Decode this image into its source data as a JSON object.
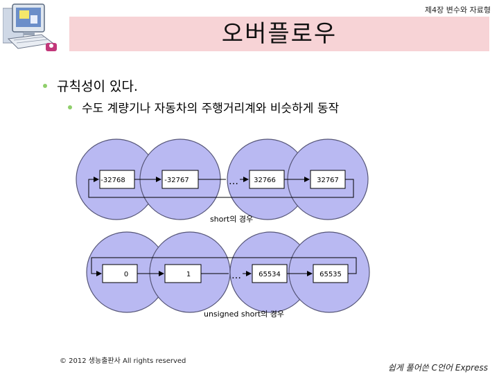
{
  "header": {
    "chapter": "제4장 변수와 자료형"
  },
  "slide": {
    "title": "오버플로우",
    "bullets": [
      {
        "text": "규칙성이 있다."
      },
      {
        "text": "수도 계량기나 자동차의 주행거리계와 비슷하게 동작"
      }
    ]
  },
  "diagram": {
    "ellipsis": "…",
    "signed": {
      "values": [
        "-32768",
        "-32767",
        "32766",
        "32767"
      ],
      "caption": "short의 경우"
    },
    "unsigned": {
      "values": [
        "0",
        "1",
        "65534",
        "65535"
      ],
      "caption": "unsigned short의 경우"
    }
  },
  "colors": {
    "title_bar": "#f7d3d6",
    "circle_fill": "#b9b9f2",
    "circle_stroke": "#555577",
    "bullet": "#8fcf6b"
  },
  "footer": {
    "copyright": "© 2012 생능출판사 All rights reserved",
    "brand": "쉽게 풀어쓴 C언어 Express"
  }
}
